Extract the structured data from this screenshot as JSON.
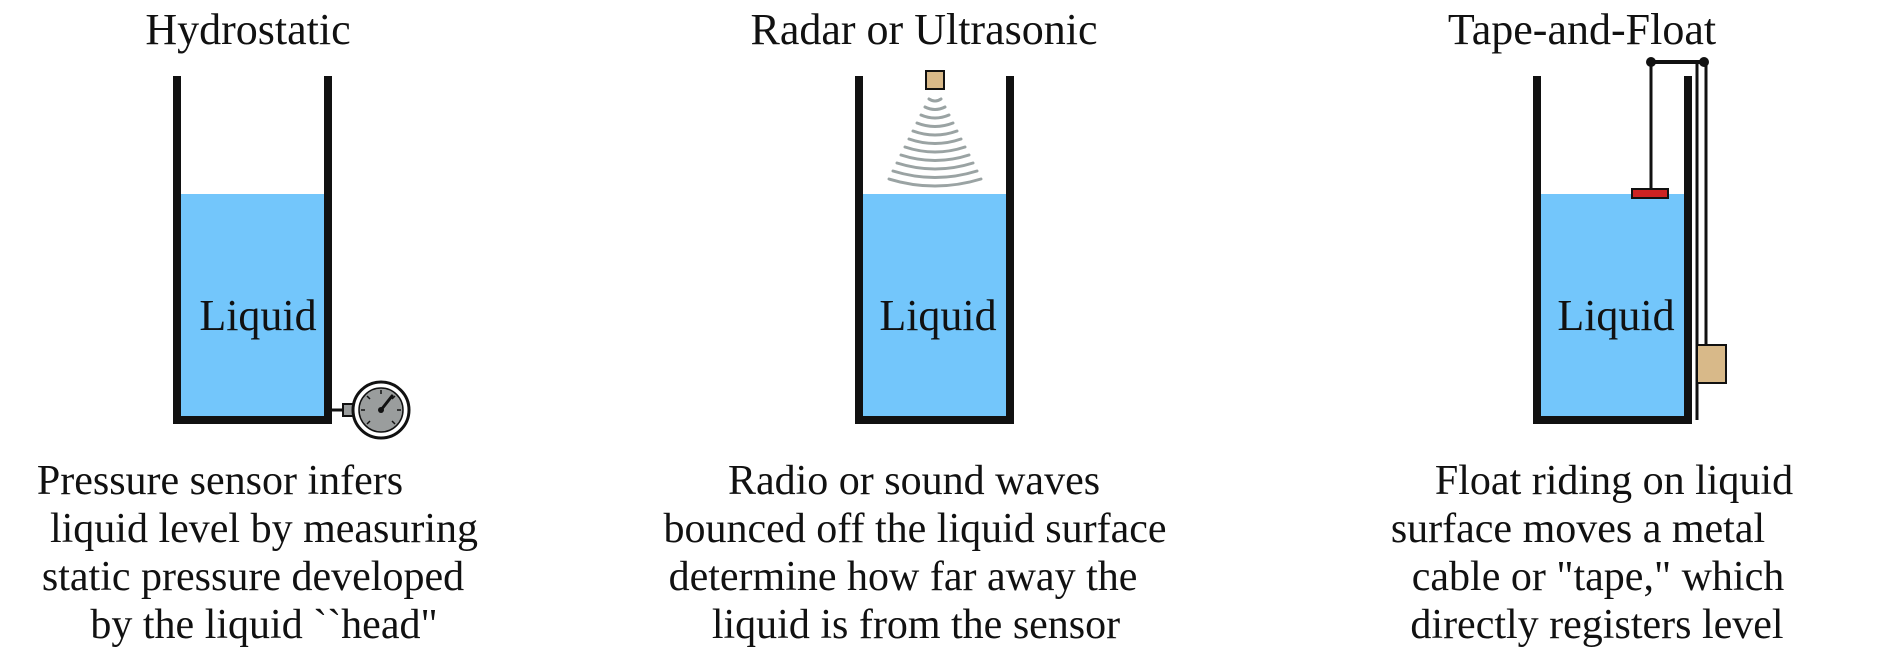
{
  "colors": {
    "liquid": "#73c6fb",
    "wall": "#111111",
    "sensor_body": "#d8b989",
    "float_marker": "#cc2222",
    "waves": "#9aa3a3",
    "gauge_face": "#9a9d9d"
  },
  "panels": [
    {
      "title": "Hydrostatic",
      "liquid_label": "Liquid",
      "description": [
        "Pressure sensor infers",
        "liquid level by measuring",
        "static pressure developed",
        "by the liquid ``head\""
      ]
    },
    {
      "title": "Radar or Ultrasonic",
      "liquid_label": "Liquid",
      "description": [
        "Radio or sound waves",
        "bounced off the liquid surface",
        "determine how far away the",
        "liquid is from the sensor"
      ]
    },
    {
      "title": "Tape-and-Float",
      "liquid_label": "Liquid",
      "description": [
        "Float riding on liquid",
        "surface moves a metal",
        "cable or \"tape,\" which",
        "directly registers level"
      ]
    }
  ]
}
